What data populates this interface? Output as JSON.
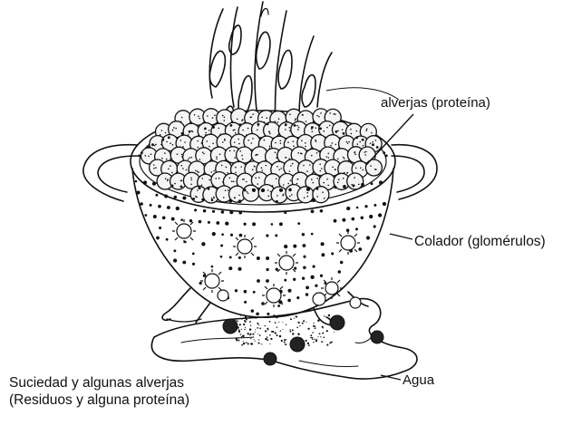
{
  "labels": {
    "peas": "alverjas (proteína)",
    "colander": "Colador  (glomérulos)",
    "water": "Agua",
    "residue_line1": "Suciedad y algunas alverjas",
    "residue_line2": "(Residuos y alguna proteína)"
  },
  "colors": {
    "ink": "#111111",
    "dark_fill": "#1a1a1a",
    "paper": "#ffffff"
  }
}
